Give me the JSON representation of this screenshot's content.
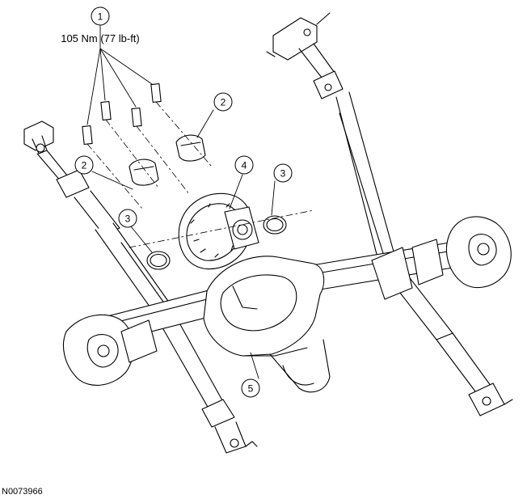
{
  "callouts": [
    {
      "id": "callout-1",
      "number": "1"
    },
    {
      "id": "callout-2a",
      "number": "2"
    },
    {
      "id": "callout-2b",
      "number": "2"
    },
    {
      "id": "callout-3a",
      "number": "3"
    },
    {
      "id": "callout-3b",
      "number": "3"
    },
    {
      "id": "callout-4",
      "number": "4"
    },
    {
      "id": "callout-5",
      "number": "5"
    }
  ],
  "torque_spec": "105 Nm (77 lb-ft)",
  "figure_id": "N0073966"
}
